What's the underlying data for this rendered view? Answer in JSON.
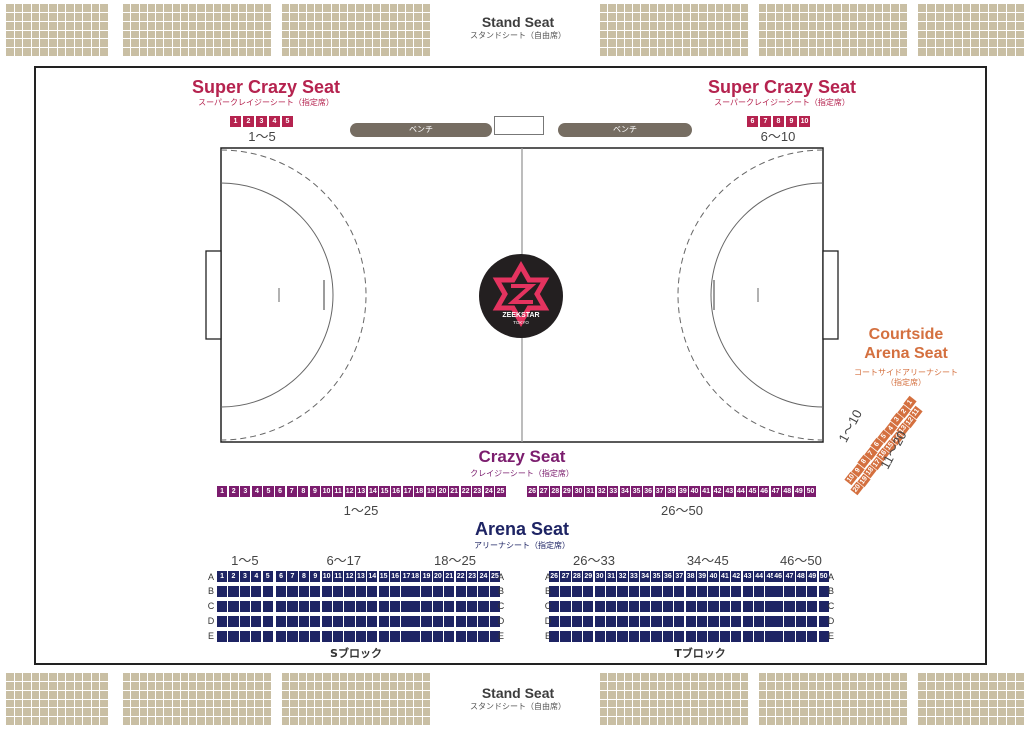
{
  "stand": {
    "title": "Stand Seat",
    "subtitle": "スタンドシート（自由席）"
  },
  "super_crazy": {
    "title": "Super Crazy Seat",
    "subtitle": "スーパークレイジーシート（指定席）",
    "left_seats": [
      "1",
      "2",
      "3",
      "4",
      "5"
    ],
    "left_range": "1〜5",
    "right_seats": [
      "6",
      "7",
      "8",
      "9",
      "10"
    ],
    "right_range": "6〜10",
    "color": "#b5234f"
  },
  "bench": {
    "label": "ベンチ",
    "color": "#766d62"
  },
  "logo": {
    "name": "ZEEKSTAR",
    "sub": "TOKYO"
  },
  "courtside": {
    "title_line1": "Courtside",
    "title_line2": "Arena Seat",
    "subtitle_line1": "コートサイドアリーナシート",
    "subtitle_line2": "（指定席）",
    "range_a": "1〜10",
    "range_b": "11〜20",
    "color": "#d4703f"
  },
  "crazy": {
    "title": "Crazy Seat",
    "subtitle": "クレイジーシート（指定席）",
    "range_left": "1〜25",
    "range_right": "26〜50",
    "color": "#7b1d6e"
  },
  "arena": {
    "title": "Arena Seat",
    "subtitle": "アリーナシート（指定席）",
    "color": "#1e2464",
    "rows": [
      "A",
      "B",
      "C",
      "D",
      "E"
    ],
    "blocks": [
      {
        "range": "1〜5",
        "from": 1,
        "to": 5
      },
      {
        "range": "6〜17",
        "from": 6,
        "to": 17
      },
      {
        "range": "18〜25",
        "from": 18,
        "to": 25
      },
      {
        "range": "26〜33",
        "from": 26,
        "to": 33
      },
      {
        "range": "34〜45",
        "from": 34,
        "to": 45
      },
      {
        "range": "46〜50",
        "from": 46,
        "to": 50
      }
    ],
    "s_block_label": "Sブロック",
    "t_block_label": "Tブロック"
  }
}
